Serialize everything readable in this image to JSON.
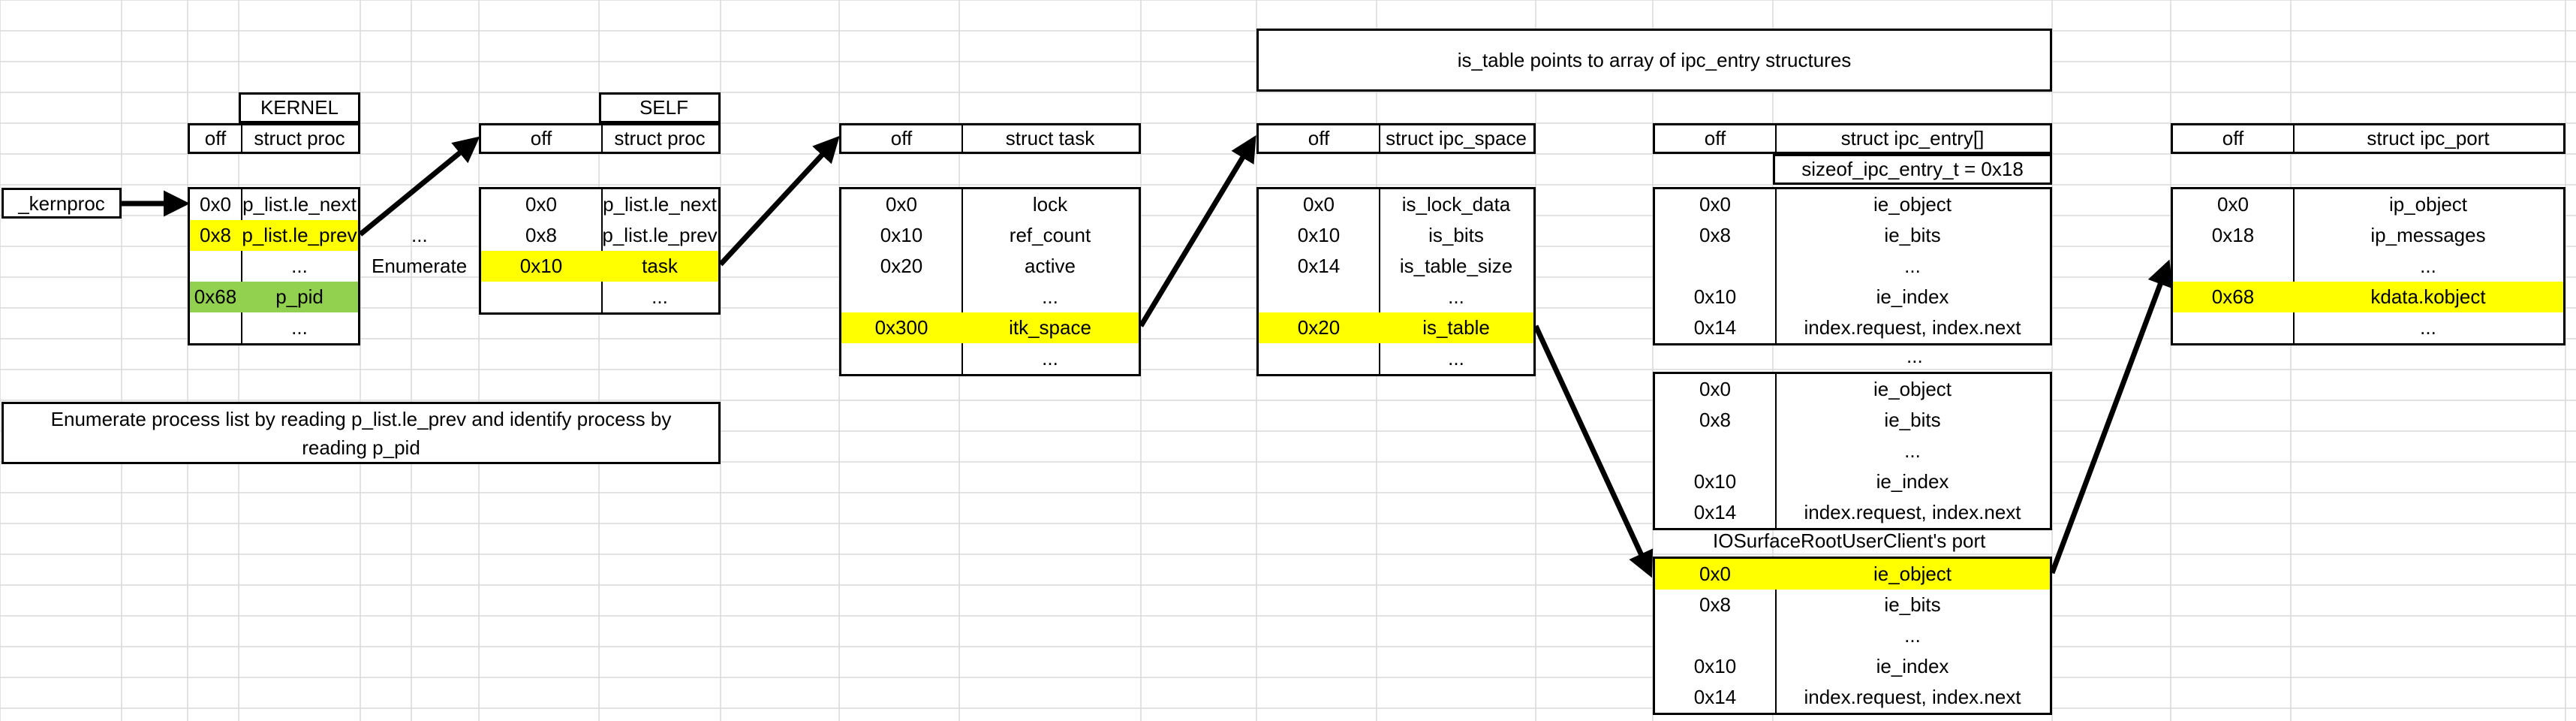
{
  "kernproc_label": "_kernproc",
  "enumerate_label": "Enumerate",
  "ellipsis": "...",
  "note_enumerate": "Enumerate process list by reading p_list.le_prev and identify process by reading p_pid",
  "note_is_table": "is_table points to array of ipc_entry structures",
  "highlight_yellow": "#ffff00",
  "highlight_green": "#92d050",
  "kernel": {
    "title": "KERNEL",
    "col_off": "off",
    "col_struct": "struct proc",
    "rows": [
      {
        "off": "0x0",
        "field": "p_list.le_next"
      },
      {
        "off": "0x8",
        "field": "p_list.le_prev"
      },
      {
        "off": "",
        "field": "..."
      },
      {
        "off": "0x68",
        "field": "p_pid"
      },
      {
        "off": "",
        "field": "..."
      }
    ]
  },
  "self": {
    "title": "SELF",
    "col_off": "off",
    "col_struct": "struct proc",
    "rows": [
      {
        "off": "0x0",
        "field": "p_list.le_next"
      },
      {
        "off": "0x8",
        "field": "p_list.le_prev"
      },
      {
        "off": "0x10",
        "field": "task"
      },
      {
        "off": "",
        "field": "..."
      }
    ]
  },
  "task": {
    "col_off": "off",
    "col_struct": "struct task",
    "rows": [
      {
        "off": "0x0",
        "field": "lock"
      },
      {
        "off": "0x10",
        "field": "ref_count"
      },
      {
        "off": "0x20",
        "field": "active"
      },
      {
        "off": "",
        "field": "..."
      },
      {
        "off": "0x300",
        "field": "itk_space"
      },
      {
        "off": "",
        "field": "..."
      }
    ]
  },
  "ipc_space": {
    "col_off": "off",
    "col_struct": "struct ipc_space",
    "rows": [
      {
        "off": "0x0",
        "field": "is_lock_data"
      },
      {
        "off": "0x10",
        "field": "is_bits"
      },
      {
        "off": "0x14",
        "field": "is_table_size"
      },
      {
        "off": "",
        "field": "..."
      },
      {
        "off": "0x20",
        "field": "is_table"
      },
      {
        "off": "",
        "field": "..."
      }
    ]
  },
  "ipc_entry": {
    "col_off": "off",
    "col_struct": "struct ipc_entry[]",
    "size_note": "sizeof_ipc_entry_t = 0x18",
    "block1": [
      {
        "off": "0x0",
        "field": "ie_object"
      },
      {
        "off": "0x8",
        "field": "ie_bits"
      },
      {
        "off": "",
        "field": "..."
      },
      {
        "off": "0x10",
        "field": "ie_index"
      },
      {
        "off": "0x14",
        "field": "index.request, index.next"
      }
    ],
    "between_ellipsis": "...",
    "block2": [
      {
        "off": "0x0",
        "field": "ie_object"
      },
      {
        "off": "0x8",
        "field": "ie_bits"
      },
      {
        "off": "",
        "field": "..."
      },
      {
        "off": "0x10",
        "field": "ie_index"
      },
      {
        "off": "0x14",
        "field": "index.request, index.next"
      }
    ],
    "port_label": "IOSurfaceRootUserClient's port",
    "block3": [
      {
        "off": "0x0",
        "field": "ie_object"
      },
      {
        "off": "0x8",
        "field": "ie_bits"
      },
      {
        "off": "",
        "field": "..."
      },
      {
        "off": "0x10",
        "field": "ie_index"
      },
      {
        "off": "0x14",
        "field": "index.request, index.next"
      }
    ]
  },
  "ipc_port": {
    "col_off": "off",
    "col_struct": "struct ipc_port",
    "rows": [
      {
        "off": "0x0",
        "field": "ip_object"
      },
      {
        "off": "0x18",
        "field": "ip_messages"
      },
      {
        "off": "",
        "field": "..."
      },
      {
        "off": "0x68",
        "field": "kdata.kobject"
      },
      {
        "off": "",
        "field": "..."
      }
    ]
  }
}
